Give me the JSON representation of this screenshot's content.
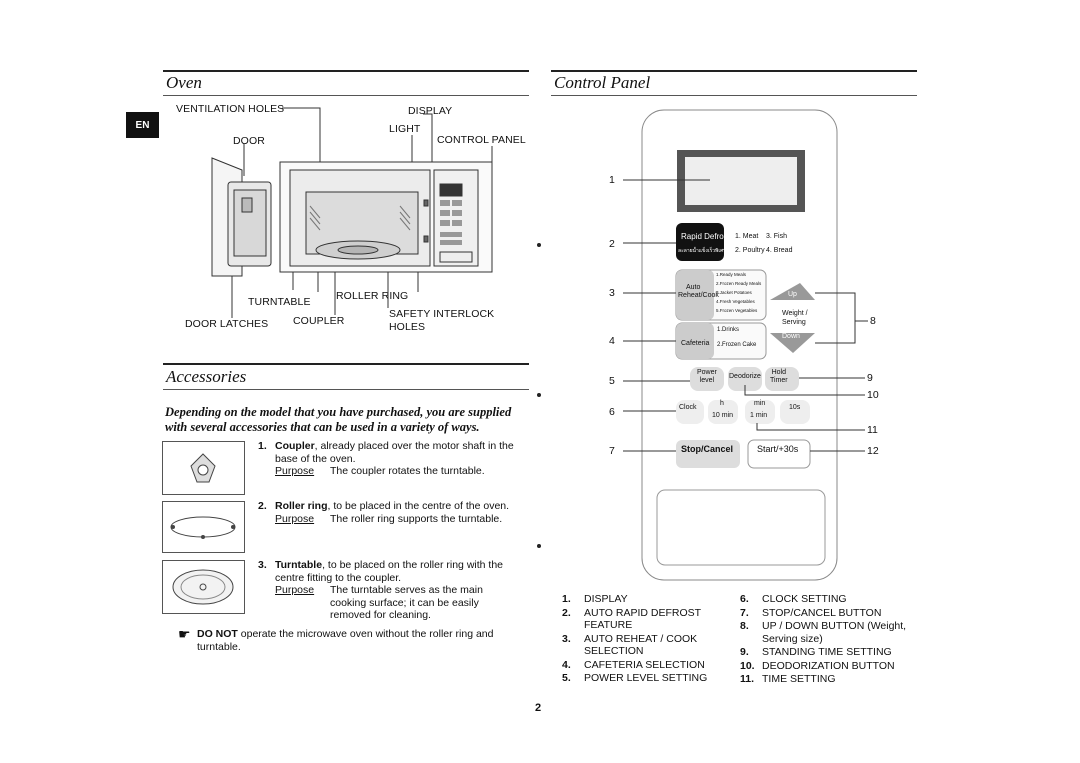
{
  "page_number": "2",
  "language_badge": "EN",
  "oven": {
    "title": "Oven",
    "labels": {
      "ventilation_holes": "VENTILATION HOLES",
      "display": "DISPLAY",
      "light": "LIGHT",
      "door": "DOOR",
      "control_panel": "CONTROL PANEL",
      "roller_ring": "ROLLER RING",
      "turntable": "TURNTABLE",
      "safety_interlock_holes_line1": "SAFETY INTERLOCK",
      "safety_interlock_holes_line2": "HOLES",
      "door_latches": "DOOR LATCHES",
      "coupler": "COUPLER"
    }
  },
  "accessories": {
    "title": "Accessories",
    "intro": "Depending on the model that you have purchased, you are supplied with several accessories that can be used in a variety of ways.",
    "items": [
      {
        "num": "1.",
        "name": "Coupler",
        "text": ", already placed over the motor shaft in the base of the oven.",
        "purpose_label": "Purpose",
        "purpose": "The coupler rotates the turntable."
      },
      {
        "num": "2.",
        "name": "Roller ring",
        "text": ", to be placed in the centre of the oven.",
        "purpose_label": "Purpose",
        "purpose": "The roller ring supports the turntable."
      },
      {
        "num": "3.",
        "name": "Turntable",
        "text": ", to be placed on the roller ring with the centre fitting to the coupler.",
        "purpose_label": "Purpose",
        "purpose": "The turntable serves as the main cooking surface; it can be easily removed for cleaning."
      }
    ],
    "warning_bold": "DO NOT",
    "warning_text": " operate the microwave oven without the roller ring and turntable."
  },
  "control_panel": {
    "title": "Control Panel",
    "callouts": [
      "1",
      "2",
      "3",
      "4",
      "5",
      "6",
      "7",
      "8",
      "9",
      "10",
      "11",
      "12"
    ],
    "rapid_defrost": {
      "label": "Rapid Defrost",
      "thai": "ละลายน้ำแข็งเร็วพิเศษ",
      "opt1": "1. Meat",
      "opt3": "3. Fish",
      "opt2": "2. Poultry",
      "opt4": "4. Bread"
    },
    "auto_reheat": {
      "label1": "Auto",
      "label2": "Reheat/Cook",
      "items": [
        "1.Ready Meals",
        "2.Frozen Ready Meals",
        "3.Jacket Potatoes",
        "4.Fresh Vegetables",
        "5.Frozen Vegetables"
      ]
    },
    "cafeteria": {
      "label": "Cafeteria",
      "items": [
        "1.Drinks",
        "2.Frozen Cake"
      ]
    },
    "up": "Up",
    "down": "Down",
    "weight": "Weight /",
    "serving": "Serving",
    "power_level": {
      "l1": "Power",
      "l2": "level"
    },
    "deodorize": "Deodorize",
    "hold_timer": {
      "l1": "Hold",
      "l2": "Timer"
    },
    "clock": "Clock",
    "h": "h",
    "min": "min",
    "ten_min": "10 min",
    "one_min": "1 min",
    "ten_s": "10s",
    "stop_cancel": "Stop/Cancel",
    "start": "Start/+30s",
    "legend_left": [
      {
        "n": "1.",
        "t": "DISPLAY"
      },
      {
        "n": "2.",
        "t": "AUTO RAPID DEFROST FEATURE"
      },
      {
        "n": "3.",
        "t": "AUTO REHEAT / COOK SELECTION"
      },
      {
        "n": "4.",
        "t": "CAFETERIA SELECTION"
      },
      {
        "n": "5.",
        "t": "POWER LEVEL SETTING"
      }
    ],
    "legend_right": [
      {
        "n": "6.",
        "t": "CLOCK SETTING"
      },
      {
        "n": "7.",
        "t": "STOP/CANCEL BUTTON"
      },
      {
        "n": "8.",
        "t": "UP / DOWN BUTTON (Weight, Serving size)"
      },
      {
        "n": "9.",
        "t": "STANDING TIME SETTING"
      },
      {
        "n": "10.",
        "t": "DEODORIZATION BUTTON"
      },
      {
        "n": "11.",
        "t": "TIME SETTING"
      }
    ]
  }
}
